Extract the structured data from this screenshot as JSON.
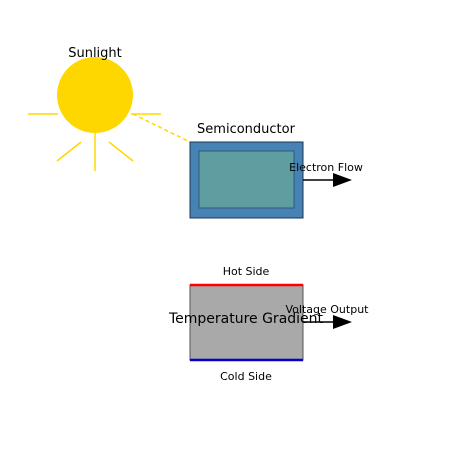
{
  "diagram": {
    "sun_label": "Sunlight",
    "semiconductor_label": "Semiconductor",
    "electron_flow_label": "Electron Flow",
    "hot_side_label": "Hot Side",
    "temperature_gradient_label": "Temperature Gradient",
    "cold_side_label": "Cold Side",
    "voltage_output_label": "Voltage Output"
  },
  "colors": {
    "sun": "#FFD700",
    "semiconductor_outer": "#4682B4",
    "semiconductor_inner": "#5F9EA0",
    "gradient_block": "#A9A9A9",
    "hot_edge": "#FF0000",
    "cold_edge": "#0000CD",
    "arrow": "#000000"
  }
}
